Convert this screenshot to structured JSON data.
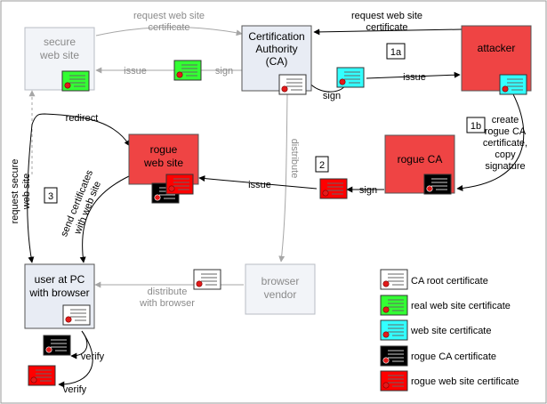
{
  "nodes": {
    "secure_site": {
      "lines": [
        "secure",
        "web site"
      ]
    },
    "ca": {
      "lines": [
        "Certification",
        "Authority",
        "(CA)"
      ]
    },
    "attacker": {
      "lines": [
        "attacker"
      ]
    },
    "rogue_site": {
      "lines": [
        "rogue",
        "web site"
      ]
    },
    "rogue_ca": {
      "lines": [
        "rogue CA"
      ]
    },
    "user": {
      "lines": [
        "user at PC",
        "with browser"
      ]
    },
    "vendor": {
      "lines": [
        "browser",
        "vendor"
      ]
    }
  },
  "edge_labels": {
    "request_cert_top": [
      "request web site",
      "certificate"
    ],
    "request_cert_attacker": [
      "request web site",
      "certificate"
    ],
    "issue_secure": "issue",
    "sign_secure": "sign",
    "sign_attacker": "sign",
    "issue_attacker": "issue",
    "distribute": "distribute",
    "redirect": "redirect",
    "issue_rogue": "issue",
    "sign_rogue": "sign",
    "create_rogue": [
      "create",
      "rogue CA",
      "certificate,",
      "copy",
      "signature"
    ],
    "request_secure_site": [
      "request secure",
      "web site"
    ],
    "send_certs": [
      "send certificates",
      "with web site"
    ],
    "distribute_browser": [
      "distribute",
      "with browser"
    ],
    "verify_1": "verify",
    "verify_2": "verify"
  },
  "steps": {
    "s1a": "1a",
    "s1b": "1b",
    "s2": "2",
    "s3": "3"
  },
  "legend": [
    {
      "label": "CA root certificate",
      "fill": "#ffffff"
    },
    {
      "label": "real web site certificate",
      "fill": "#33ff33"
    },
    {
      "label": "web site certificate",
      "fill": "#33ffff"
    },
    {
      "label": "rogue CA certificate",
      "fill": "#000000"
    },
    {
      "label": "rogue web site certificate",
      "fill": "#ff0000"
    }
  ],
  "colors": {
    "red": "#ef4444",
    "trusted_box": "#e8ecf4",
    "faded_box": "#f2f4f8",
    "faded_text": "#8a8a8a",
    "line_dark": "#000000",
    "line_faded": "#a6a6a6"
  }
}
